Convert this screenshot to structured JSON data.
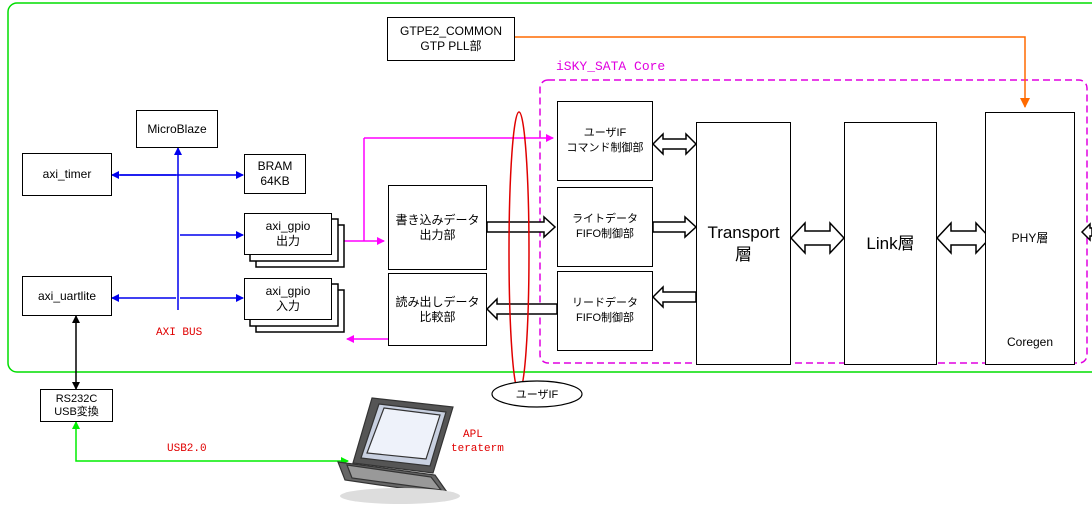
{
  "blocks": {
    "gtpe2": [
      "GTPE2_COMMON",
      "GTP PLL部"
    ],
    "microblaze": "MicroBlaze",
    "axi_timer": "axi_timer",
    "bram": [
      "BRAM",
      "64KB"
    ],
    "axi_gpio_out": [
      "axi_gpio",
      "出力"
    ],
    "axi_gpio_in": [
      "axi_gpio",
      "入力"
    ],
    "axi_uartlite": "axi_uartlite",
    "write_data_out": [
      "書き込みデータ",
      "出力部"
    ],
    "read_data_cmp": [
      "読み出しデータ",
      "比較部"
    ],
    "user_if_cmd": [
      "ユーザIF",
      "コマンド制御部"
    ],
    "write_fifo": [
      "ライトデータ",
      "FIFO制御部"
    ],
    "read_fifo": [
      "リードデータ",
      "FIFO制御部"
    ],
    "transport": [
      "Transport",
      "層"
    ],
    "link": "Link層",
    "phy": "PHY層",
    "coregen": "Coregen",
    "rs232c": [
      "RS232C",
      "USB変換"
    ]
  },
  "labels": {
    "core_title": "iSKY_SATA Core",
    "axi_bus": "AXI BUS",
    "usb": "USB2.0",
    "apl": [
      "APL",
      "teraterm"
    ],
    "user_if_callout": "ユーザIF"
  },
  "colors": {
    "fpga_border": "#00dd00",
    "core_border": "#e000e0",
    "axi_bus": "#0000ee",
    "gpio_link": "#ff00ff",
    "pll_clock": "#ff6a00",
    "usb_link": "#00ee00",
    "label_red": "#e00000"
  }
}
